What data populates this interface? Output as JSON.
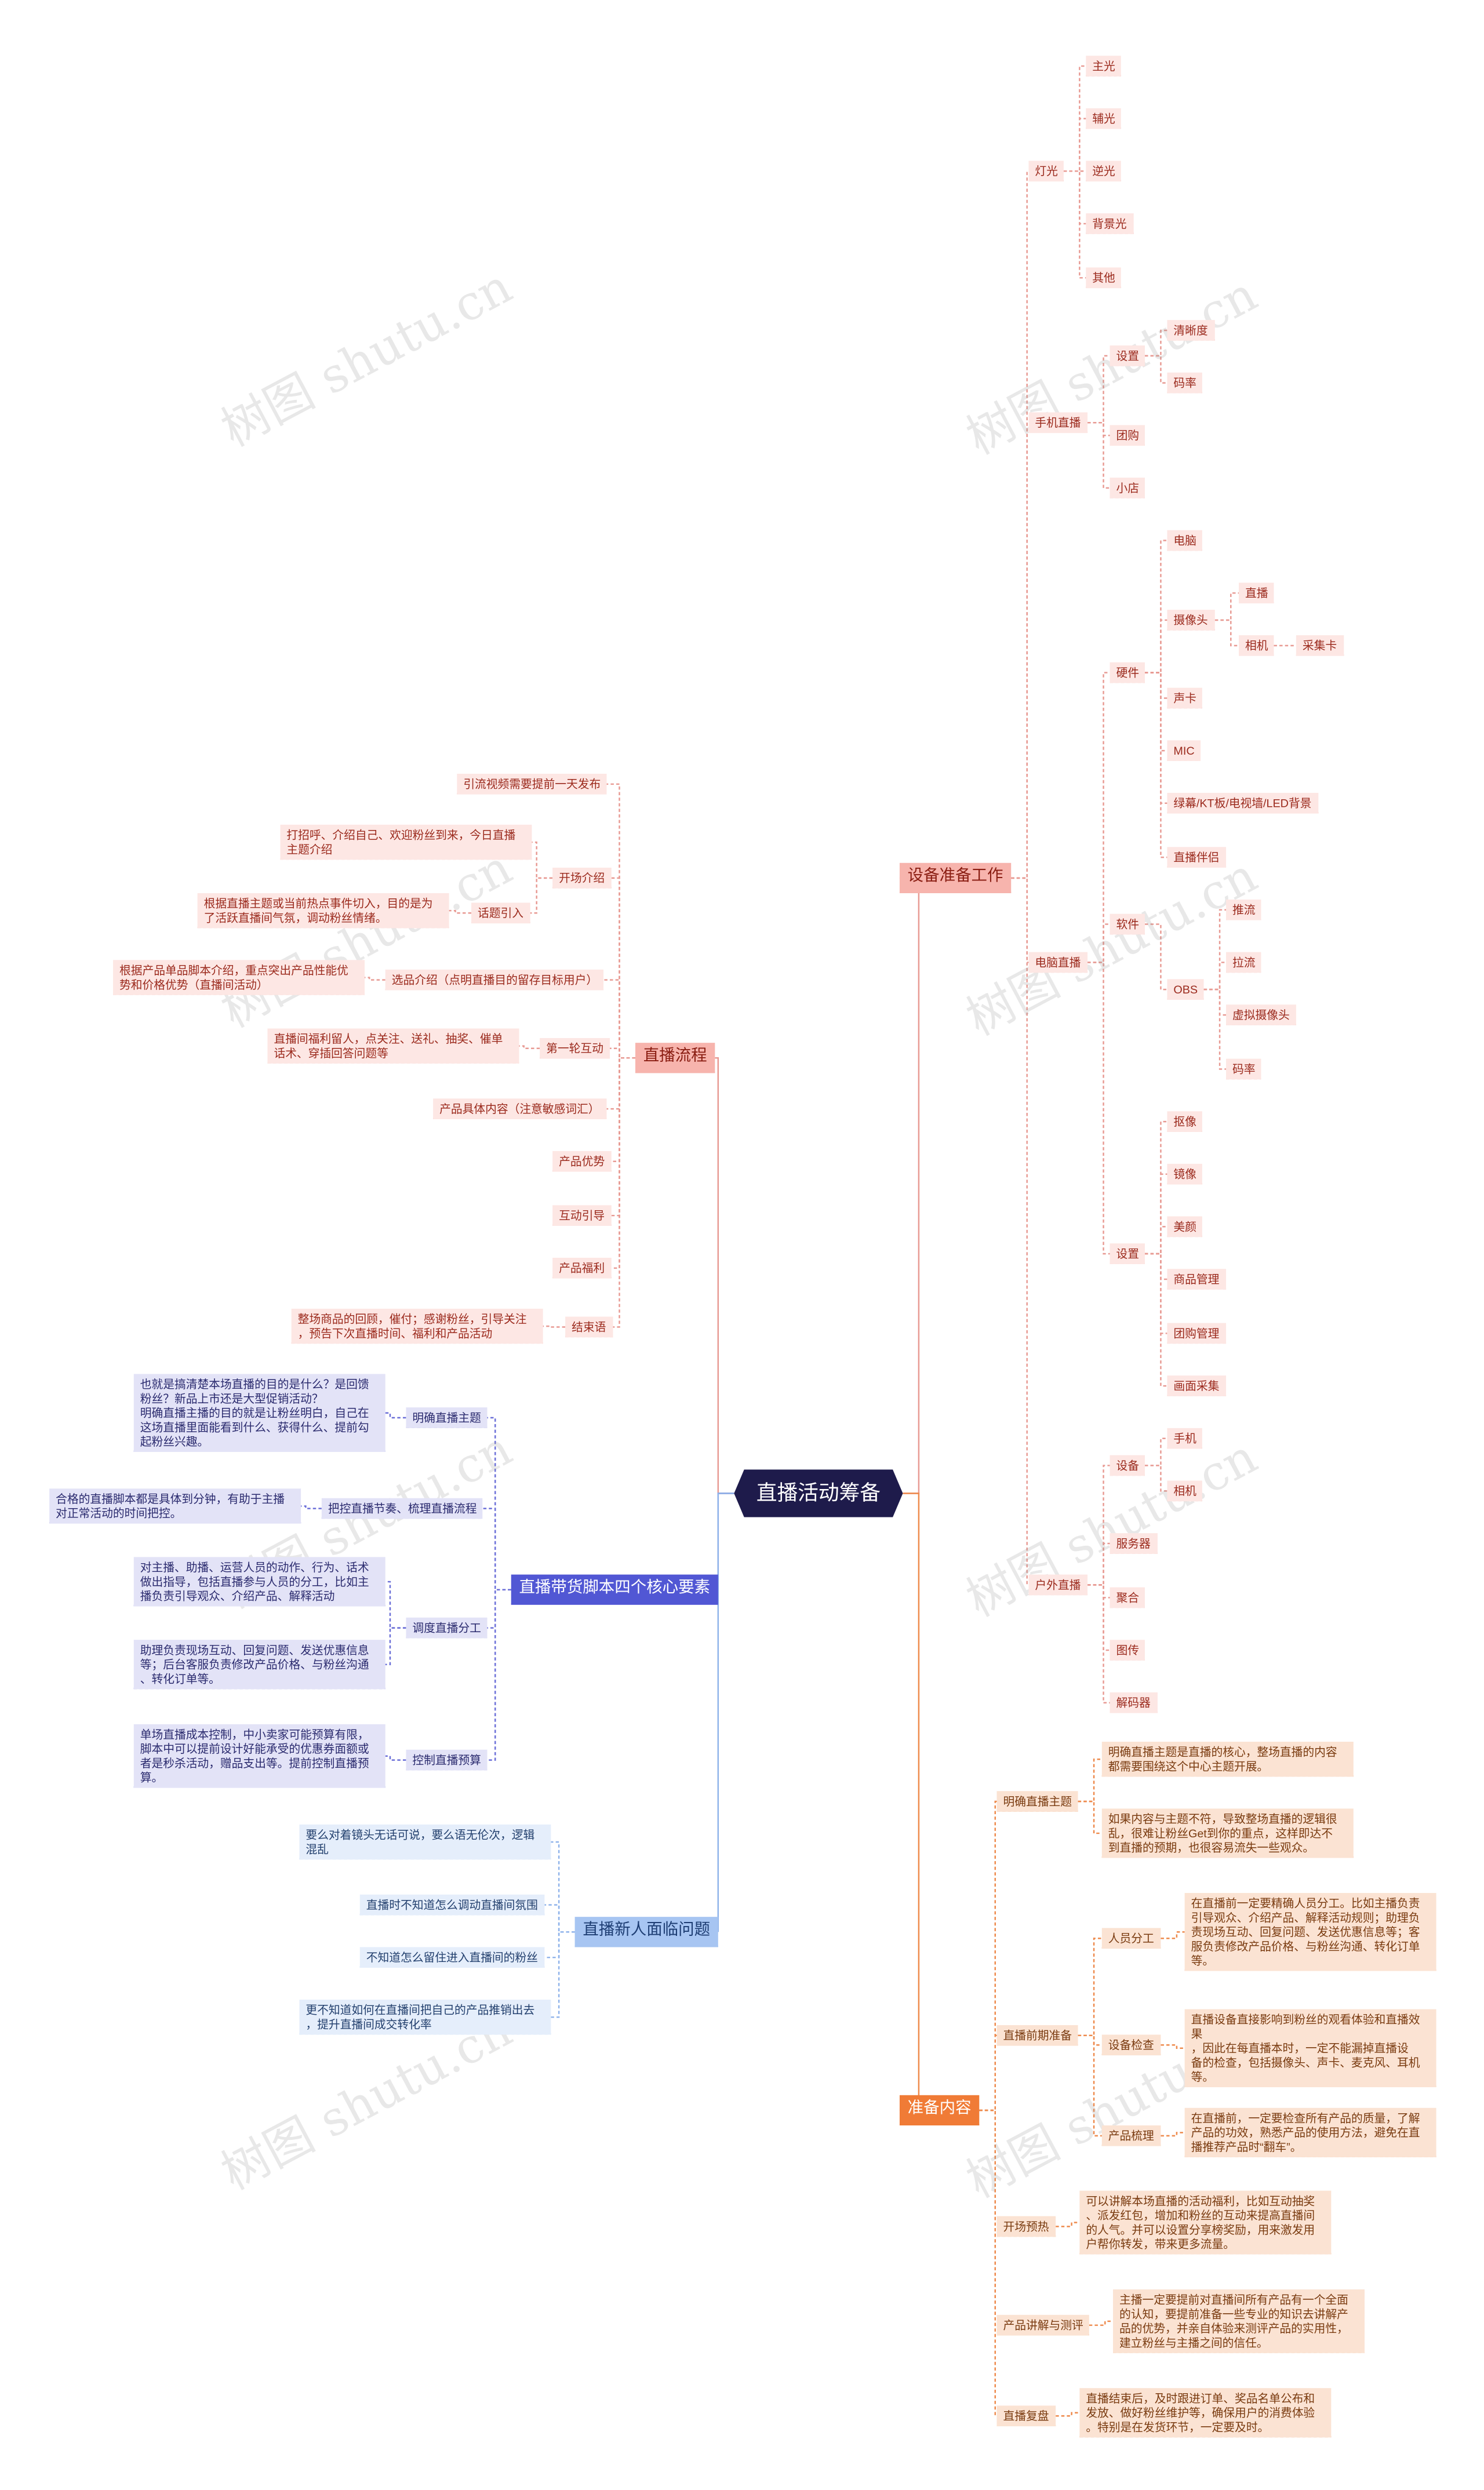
{
  "root": "直播活动筹备",
  "branches": {
    "equipment": "设备准备工作",
    "preparation": "准备内容",
    "process": "直播流程",
    "script": "直播带货脚本四个核心要素",
    "problems": "直播新人面临问题"
  },
  "equipment": {
    "light": {
      "label": "灯光",
      "items": [
        "主光",
        "辅光",
        "逆光",
        "背景光",
        "其他"
      ]
    },
    "phone": {
      "label": "手机直播",
      "settings": "设置",
      "settings_items": [
        "清晰度",
        "码率"
      ],
      "group": "团购",
      "shop": "小店"
    },
    "pc": {
      "label": "电脑直播",
      "hardware": {
        "label": "硬件",
        "computer": "电脑",
        "camera": "摄像头",
        "camera_live": "直播",
        "camera_cam": "相机",
        "capture_card": "采集卡",
        "sound_card": "声卡",
        "mic": "MIC",
        "bg": "绿幕/KT板/电视墙/LED背景",
        "partner": "直播伴侣"
      },
      "software": {
        "label": "软件",
        "obs": "OBS",
        "obs_items": [
          "推流",
          "拉流",
          "虚拟摄像头",
          "码率"
        ]
      },
      "settings": {
        "label": "设置",
        "items": [
          "抠像",
          "镜像",
          "美颜",
          "商品管理",
          "团购管理",
          "画面采集"
        ]
      }
    },
    "outdoor": {
      "label": "户外直播",
      "device": "设备",
      "device_items": [
        "手机",
        "相机"
      ],
      "items": [
        "服务器",
        "聚合",
        "图传",
        "解码器"
      ]
    }
  },
  "prep": {
    "theme": {
      "label": "明确直播主题",
      "texts": [
        "明确直播主题是直播的核心，整场直播的内容\n都需要围绕这个中心主题开展。",
        "如果内容与主题不符，导致整场直播的逻辑很\n乱，很难让粉丝Get到你的重点，这样即达不\n到直播的预期，也很容易流失一些观众。"
      ]
    },
    "pre": {
      "label": "直播前期准备",
      "staff": "人员分工",
      "staff_text": "在直播前一定要精确人员分工。比如主播负责\n引导观众、介绍产品、解释活动规则；助理负\n责现场互动、回复问题、发送优惠信息等；客\n服负责修改产品价格、与粉丝沟通、转化订单\n等。",
      "device": "设备检查",
      "device_text": "直播设备直接影响到粉丝的观看体验和直播效果\n，因此在每直播本时，一定不能漏掉直播设\n备的检查，包括摄像头、声卡、麦克风、耳机\n等。",
      "product": "产品梳理",
      "product_text": "在直播前，一定要检查所有产品的质量，了解\n产品的功效，熟悉产品的使用方法，避免在直\n播推荐产品时“翻车”。"
    },
    "warmup": {
      "label": "开场预热",
      "text": "可以讲解本场直播的活动福利，比如互动抽奖\n、派发红包，增加和粉丝的互动来提高直播间\n的人气。并可以设置分享榜奖励，用来激发用\n户帮你转发，带来更多流量。"
    },
    "review": {
      "label": "产品讲解与测评",
      "text": "主播一定要提前对直播间所有产品有一个全面\n的认知，要提前准备一些专业的知识去讲解产\n品的优势，并亲自体验来测评产品的实用性，\n建立粉丝与主播之间的信任。"
    },
    "recap": {
      "label": "直播复盘",
      "text": "直播结束后，及时跟进订单、奖品名单公布和\n发放、做好粉丝维护等，确保用户的消费体验\n。特别是在发货环节，一定要及时。"
    }
  },
  "process": {
    "traffic": "引流视频需要提前一天发布",
    "opening": {
      "label": "开场介绍",
      "greet": "打招呼、介绍自己、欢迎粉丝到来，今日直播\n主题介绍",
      "topic": "话题引入",
      "topic_text": "根据直播主题或当前热点事件切入，目的是为\n了活跃直播间气氛，调动粉丝情绪。"
    },
    "select": {
      "label": "选品介绍（点明直播目的留存目标用户）",
      "text": "根据产品单品脚本介绍，重点突出产品性能优\n势和价格优势（直播间活动）"
    },
    "round1": {
      "label": "第一轮互动",
      "text": "直播间福利留人，点关注、送礼、抽奖、催单\n话术、穿插回答问题等"
    },
    "items": [
      "产品具体内容（注意敏感词汇）",
      "产品优势",
      "互动引导",
      "产品福利"
    ],
    "closing": {
      "label": "结束语",
      "text": "整场商品的回顾，催付；感谢粉丝，引导关注\n，预告下次直播时间、福利和产品活动"
    }
  },
  "script": {
    "theme": {
      "label": "明确直播主题",
      "text": "也就是搞清楚本场直播的目的是什么？是回馈\n粉丝？新品上市还是大型促销活动？\n明确直播主播的目的就是让粉丝明白，自己在\n这场直播里面能看到什么、获得什么、提前勾\n起粉丝兴趣。"
    },
    "rhythm": {
      "label": "把控直播节奏、梳理直播流程",
      "text": "合格的直播脚本都是具体到分钟，有助于主播\n对正常活动的时间把控。"
    },
    "division": {
      "label": "调度直播分工",
      "texts": [
        "对主播、助播、运营人员的动作、行为、话术\n做出指导，包括直播参与人员的分工，比如主\n播负责引导观众、介绍产品、解释活动",
        "助理负责现场互动、回复问题、发送优惠信息\n等；后台客服负责修改产品价格、与粉丝沟通\n、转化订单等。"
      ]
    },
    "budget": {
      "label": "控制直播预算",
      "text": "单场直播成本控制，中小卖家可能预算有限，\n脚本中可以提前设计好能承受的优惠券面额或\n者是秒杀活动，赠品支出等。提前控制直播预\n算。"
    }
  },
  "problems": {
    "items": [
      "要么对着镜头无话可说，要么语无伦次，逻辑\n混乱",
      "直播时不知道怎么调动直播间氛围",
      "不知道怎么留住进入直播间的粉丝",
      "更不知道如何在直播间把自己的产品推销出去\n，提升直播间成交转化率"
    ]
  },
  "watermark": "树图 shutu.cn"
}
